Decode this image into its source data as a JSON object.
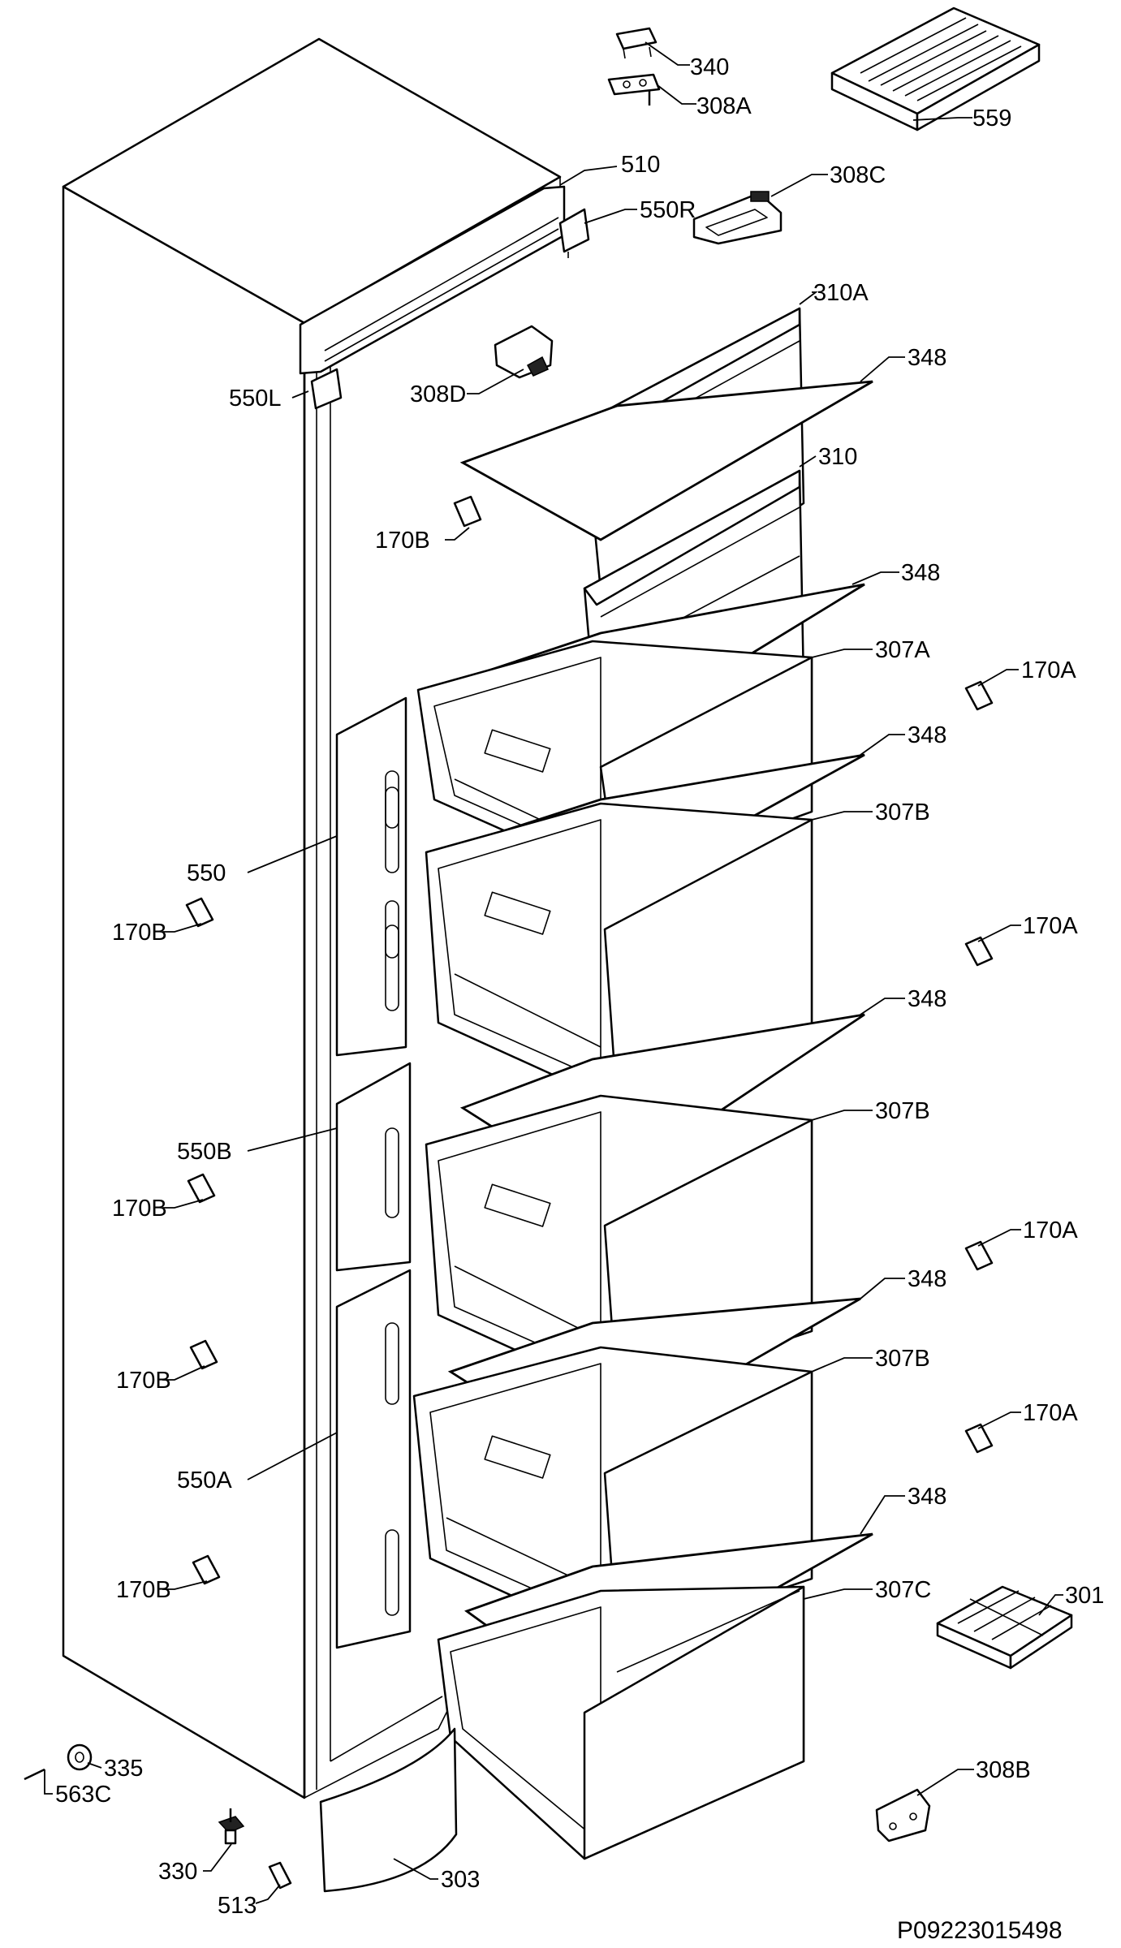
{
  "diagram": {
    "drawing_code": "P09223015498",
    "callouts": [
      {
        "id": "c340",
        "label": "340"
      },
      {
        "id": "c308a",
        "label": "308A"
      },
      {
        "id": "c559",
        "label": "559"
      },
      {
        "id": "c510",
        "label": "510"
      },
      {
        "id": "c308c",
        "label": "308C"
      },
      {
        "id": "c550r",
        "label": "550R"
      },
      {
        "id": "c310a",
        "label": "310A"
      },
      {
        "id": "c348a",
        "label": "348"
      },
      {
        "id": "c308d",
        "label": "308D"
      },
      {
        "id": "c550l",
        "label": "550L"
      },
      {
        "id": "c310",
        "label": "310"
      },
      {
        "id": "c170b1",
        "label": "170B"
      },
      {
        "id": "c348b",
        "label": "348"
      },
      {
        "id": "c307a",
        "label": "307A"
      },
      {
        "id": "c170a1",
        "label": "170A"
      },
      {
        "id": "c348c",
        "label": "348"
      },
      {
        "id": "c307b1",
        "label": "307B"
      },
      {
        "id": "c550",
        "label": "550"
      },
      {
        "id": "c170b2",
        "label": "170B"
      },
      {
        "id": "c170a2",
        "label": "170A"
      },
      {
        "id": "c348d",
        "label": "348"
      },
      {
        "id": "c307b2",
        "label": "307B"
      },
      {
        "id": "c550b",
        "label": "550B"
      },
      {
        "id": "c170b3",
        "label": "170B"
      },
      {
        "id": "c170a3",
        "label": "170A"
      },
      {
        "id": "c348e",
        "label": "348"
      },
      {
        "id": "c307b3",
        "label": "307B"
      },
      {
        "id": "c170b4",
        "label": "170B"
      },
      {
        "id": "c170a4",
        "label": "170A"
      },
      {
        "id": "c550a",
        "label": "550A"
      },
      {
        "id": "c348f",
        "label": "348"
      },
      {
        "id": "c170b5",
        "label": "170B"
      },
      {
        "id": "c307c",
        "label": "307C"
      },
      {
        "id": "c301",
        "label": "301"
      },
      {
        "id": "c335",
        "label": "335"
      },
      {
        "id": "c563c",
        "label": "563C"
      },
      {
        "id": "c308b",
        "label": "308B"
      },
      {
        "id": "c330",
        "label": "330"
      },
      {
        "id": "c303",
        "label": "303"
      },
      {
        "id": "c513",
        "label": "513"
      }
    ]
  }
}
